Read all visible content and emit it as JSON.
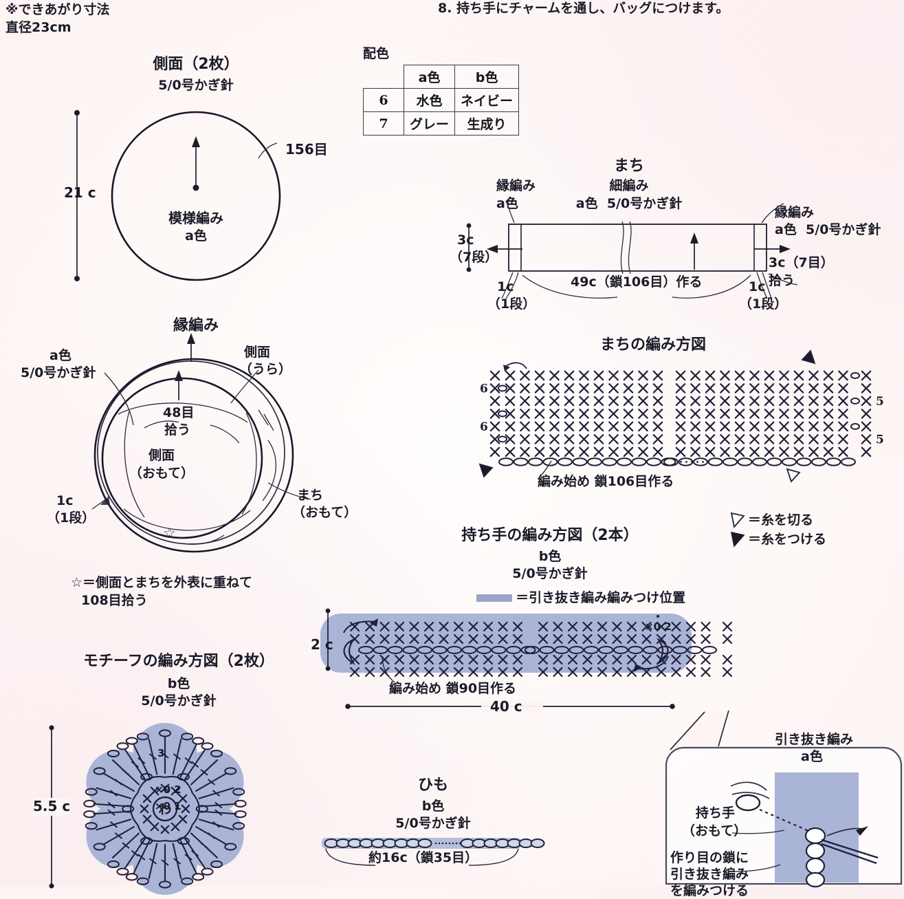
{
  "page": {
    "finished_size_note": "※できあがり寸法",
    "finished_size_value": "直径23cm",
    "step8": "8. 持ち手にチャームを通し、バッグにつけます。"
  },
  "color_table": {
    "title": "配色",
    "headers": [
      "",
      "a色",
      "b色"
    ],
    "rows": [
      {
        "no": "6",
        "a": "水色",
        "b": "ネイビー"
      },
      {
        "no": "7",
        "a": "グレー",
        "b": "生成り"
      }
    ]
  },
  "side_panel": {
    "title": "側面（2枚）",
    "hook": "5/0号かぎ針",
    "inside_label_1": "模様編み",
    "inside_label_2": "a色",
    "stitch_count": "156目",
    "height": "21 c"
  },
  "gusset": {
    "title": "まち",
    "stitch": "細編み",
    "yarn_hook": "a色  5/0号かぎ針",
    "edge_left_1": "縁編み",
    "edge_left_2": "a色",
    "edge_right_1": "縁編み",
    "edge_right_2": "a色  5/0号かぎ針",
    "left_height": "3c",
    "left_height_rows": "（7段）",
    "left_width": "1c",
    "left_width_rows": "（1段）",
    "right_width": "1c",
    "right_width_rows": "（1段）",
    "right_pickup_1": "3c（7目）",
    "right_pickup_2": "拾う",
    "foundation": "49c（鎖106目）作る"
  },
  "edging": {
    "title": "縁編み",
    "yarn": "a色",
    "hook": "5/0号かぎ針",
    "side_back_1": "側面",
    "side_back_2": "（うら）",
    "pickup_1": "48目",
    "pickup_2": "拾う",
    "side_front_1": "側面",
    "side_front_2": "（おもて）",
    "gusset_front_1": "まち",
    "gusset_front_2": "（おもて）",
    "left_1": "1c",
    "left_2": "（1段）",
    "star_note_1": "☆＝側面とまちを外表に重ねて",
    "star_note_2": "108目拾う",
    "star_glyph": "☆"
  },
  "gusset_chart": {
    "title": "まちの編み方図",
    "foundation": "編み始め 鎖106目作る",
    "row_labels_left": [
      "6",
      "6"
    ],
    "row_labels_right": [
      "5",
      "5"
    ],
    "legend": [
      {
        "symbol": "white-triangle",
        "text": "＝糸を切る"
      },
      {
        "symbol": "black-triangle",
        "text": "＝糸をつける"
      }
    ]
  },
  "handle": {
    "title": "持ち手の編み方図（2本）",
    "yarn": "b色",
    "hook": "5/0号かぎ針",
    "legend_swatch_text": "＝引き抜き編み編みつけ位置",
    "height": "2 c",
    "width": "40 c",
    "foundation": "編み始め 鎖90目作る",
    "round_mark": "×0 2"
  },
  "motif": {
    "title": "モチーフの編み方図（2枚）",
    "yarn": "b色",
    "hook": "5/0号かぎ針",
    "height": "5.5 c",
    "center_ring": "わ",
    "round1": "×0 1",
    "round2": "×0 2",
    "round3": "3"
  },
  "cord": {
    "title": "ひも",
    "yarn": "b色",
    "hook": "5/0号かぎ針",
    "length": "約16c（鎖35目）"
  },
  "inset": {
    "slip_stitch_1": "引き抜き編み",
    "slip_stitch_2": "a色",
    "handle_label_1": "持ち手",
    "handle_label_2": "（おもて）",
    "note_1": "作り目の鎖に",
    "note_2": "引き抜き編み",
    "note_3": "を編みつける"
  },
  "colors": {
    "ink": "#1a1a28",
    "diagram_blue": "#a9b4d7",
    "swatch_gray_blue": "#9aa6c6",
    "background": "#fdf4f3"
  }
}
